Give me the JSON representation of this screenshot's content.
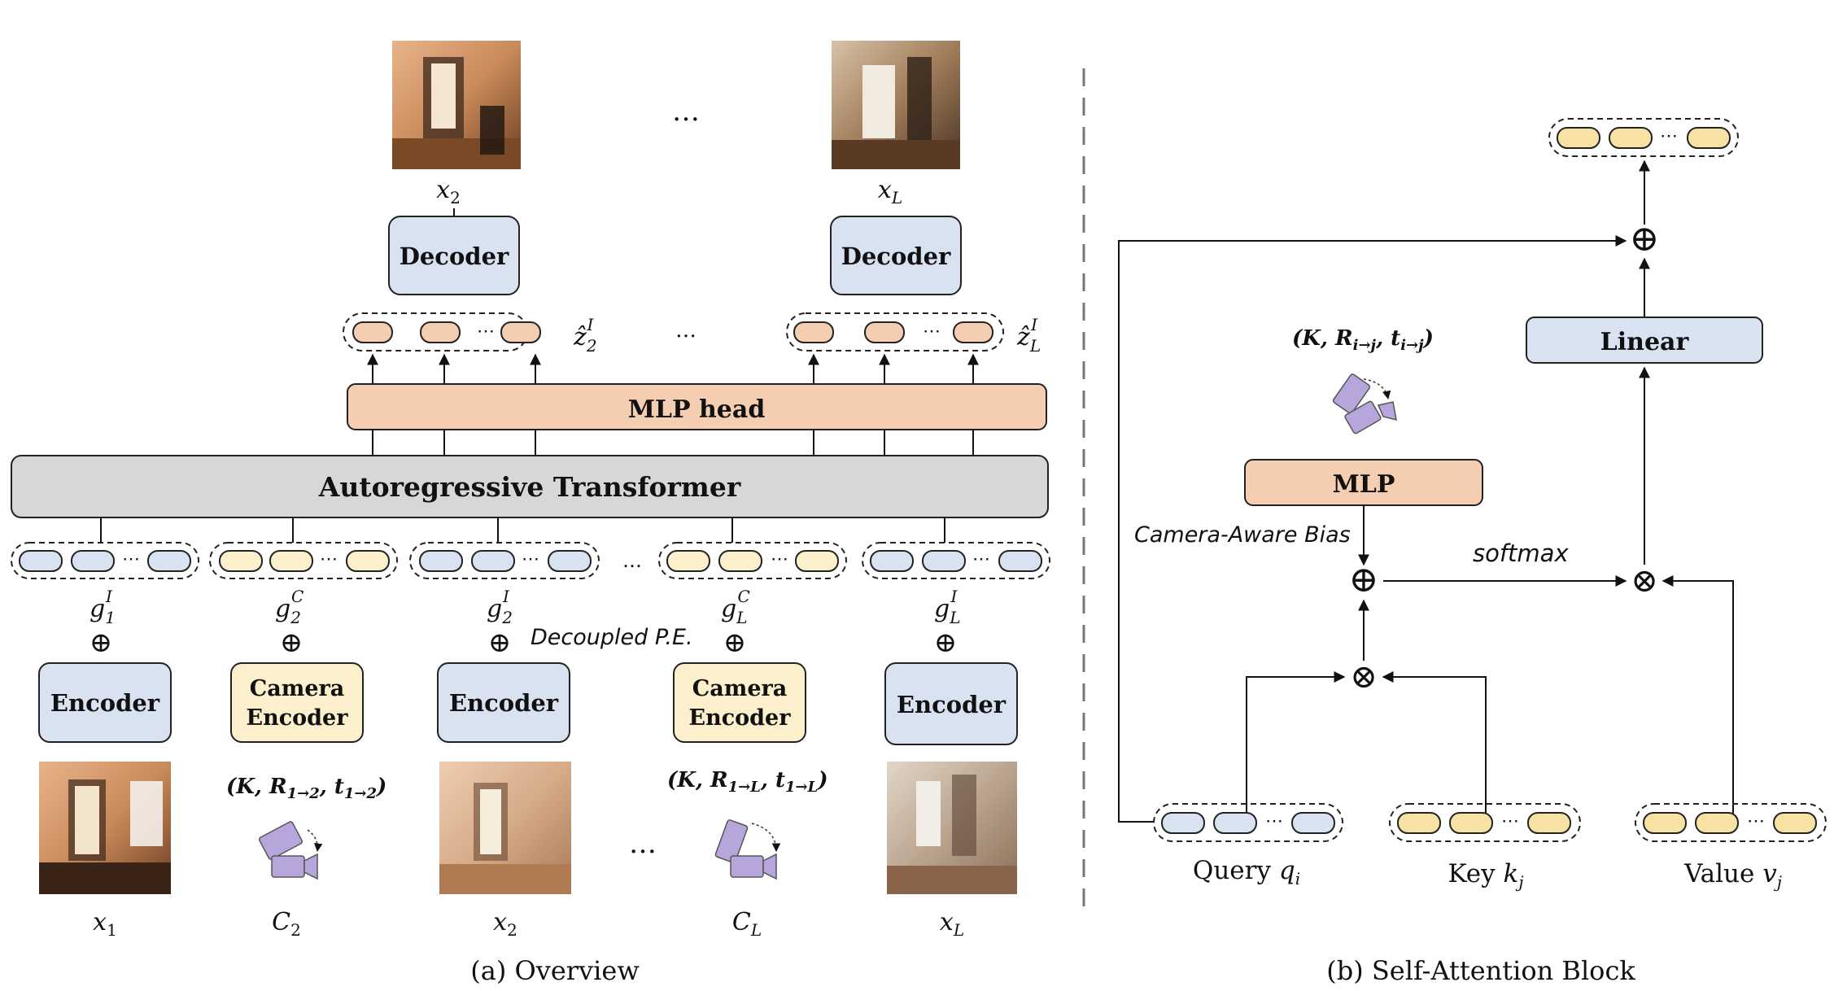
{
  "overview": {
    "caption": "(a) Overview",
    "top": {
      "images": [
        {
          "label": "x",
          "sub": "2"
        },
        {
          "label": "x",
          "sub": "L"
        }
      ],
      "ellipsis": "…",
      "decoders": [
        "Decoder",
        "Decoder"
      ],
      "latent_ellipsis": "…",
      "latents": [
        {
          "label": "ẑ",
          "sub": "2",
          "sup": "I"
        },
        {
          "label": "ẑ",
          "sub": "L",
          "sup": "I"
        }
      ]
    },
    "mlp_head": "MLP head",
    "transformer": "Autoregressive Transformer",
    "token_ellipsis": "…",
    "pos_embeds": [
      {
        "label": "g",
        "sub": "1",
        "sup": "I"
      },
      {
        "label": "g",
        "sub": "2",
        "sup": "C"
      },
      {
        "label": "g",
        "sub": "2",
        "sup": "I"
      },
      {
        "label": "g",
        "sub": "L",
        "sup": "C"
      },
      {
        "label": "g",
        "sub": "L",
        "sup": "I"
      }
    ],
    "plus_symbol": "⊕",
    "decoupled_pe": "Decoupled P.E.",
    "encoders": [
      {
        "line1": "Encoder",
        "line2": ""
      },
      {
        "line1": "Camera",
        "line2": "Encoder"
      },
      {
        "line1": "Encoder",
        "line2": ""
      },
      {
        "line1": "Camera",
        "line2": "Encoder"
      },
      {
        "line1": "Encoder",
        "line2": ""
      }
    ],
    "camera_params": [
      {
        "open": "(K, R",
        "r_sub": "1→2",
        "mid": ", t",
        "t_sub": "1→2",
        "close": ")"
      },
      {
        "open": "(K, R",
        "r_sub": "1→L",
        "mid": ", t",
        "t_sub": "1→L",
        "close": ")"
      }
    ],
    "bottom_ellipsis": "…",
    "inputs": [
      {
        "label": "x",
        "sub": "1"
      },
      {
        "label": "C",
        "sub": "2"
      },
      {
        "label": "x",
        "sub": "2"
      },
      {
        "label": "C",
        "sub": "L"
      },
      {
        "label": "x",
        "sub": "L"
      }
    ]
  },
  "attention": {
    "caption": "(b) Self-Attention Block",
    "linear": "Linear",
    "mlp": "MLP",
    "camera_param": {
      "open": "(K, R",
      "r_sub": "i→j",
      "mid": ", t",
      "t_sub": "i→j",
      "close": ")"
    },
    "camera_bias": "Camera-Aware Bias",
    "softmax": "softmax",
    "plus_symbol": "⊕",
    "times_symbol": "⊗",
    "query": {
      "label": "Query ",
      "var": "q",
      "sub": "i"
    },
    "key": {
      "label": "Key ",
      "var": "k",
      "sub": "j"
    },
    "value": {
      "label": "Value ",
      "var": "v",
      "sub": "j"
    }
  },
  "colors": {
    "blue_box": "#d9e2f1",
    "blue_token": "#d9e2f1",
    "orange": "#f5cdb0",
    "cream": "#fcf0cc",
    "yellow_token": "#f7e2a4",
    "gray": "#d7d7d7",
    "camera": "#b7a6dc"
  }
}
